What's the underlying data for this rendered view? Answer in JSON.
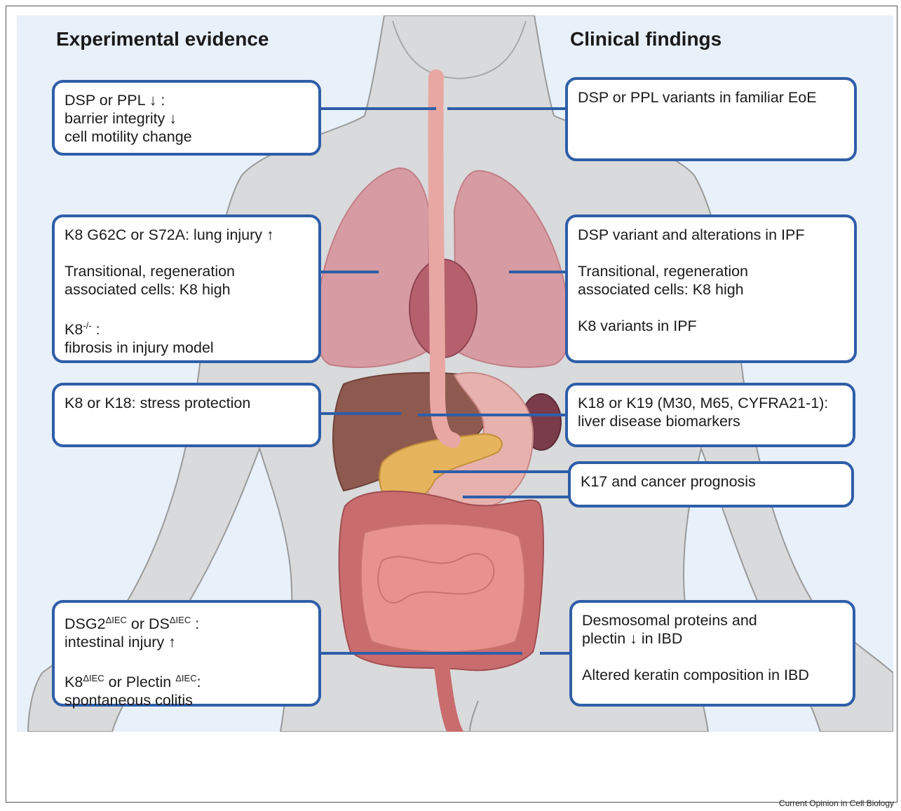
{
  "headings": {
    "left": "Experimental evidence",
    "right": "Clinical findings"
  },
  "experimental": {
    "esophagus": {
      "l1": "DSP or  PPL ↓ :",
      "l2": "barrier integrity ↓",
      "l3": "cell motility change"
    },
    "lung": {
      "l1": "K8 G62C or S72A:  lung injury ↑",
      "l2": "Transitional, regeneration",
      "l3": "associated cells: K8 high",
      "l4_base": "K8",
      "l4_sup": "-/-",
      "l4_rest": " :",
      "l5": "fibrosis in injury model"
    },
    "liver": {
      "l1": "K8 or K18: stress protection"
    },
    "intestine": {
      "a_base": "DSG2",
      "a_sup": "ΔIEC",
      "a_mid": " or DS",
      "a_sup2": "ΔIEC",
      "a_end": " :",
      "l2": "intestinal injury ↑",
      "b_base": "K8",
      "b_sup": "ΔIEC",
      "b_mid": "  or Plectin ",
      "b_sup2": "ΔIEC",
      "b_end": ":",
      "l4": "spontaneous colitis"
    }
  },
  "clinical": {
    "esophagus": {
      "l1": "DSP or PPL variants in familiar EoE"
    },
    "lung": {
      "l1": "DSP variant and alterations in IPF",
      "l2": "Transitional, regeneration",
      "l3": "associated cells: K8 high",
      "l4": "K8 variants in IPF"
    },
    "liver": {
      "l1": "K18 or K19 (M30, M65, CYFRA21-1):",
      "l2": "liver disease biomarkers"
    },
    "pancreas": {
      "l1": "K17 and cancer prognosis"
    },
    "intestine": {
      "l1": "Desmosomal proteins and",
      "l2": "plectin ↓ in IBD",
      "l3": "Altered keratin composition in IBD"
    }
  },
  "credit": "Current Opinion in Cell Biology",
  "colors": {
    "accent": "#2f5ea8",
    "background": "#e8f0fa",
    "body": "#d9dadb",
    "lung": "#d79ba3",
    "esophagus": "#e8a7a3",
    "liver": "#8e5a4f",
    "stomach": "#e7b1ae",
    "pancreas": "#e6b45c",
    "colon": "#c96c6e",
    "small_intestine": "#e8928f"
  },
  "icons": [
    "human-body-illustration",
    "lungs-icon",
    "esophagus-icon",
    "liver-icon",
    "stomach-icon",
    "pancreas-icon",
    "spleen-icon",
    "intestine-icon"
  ]
}
